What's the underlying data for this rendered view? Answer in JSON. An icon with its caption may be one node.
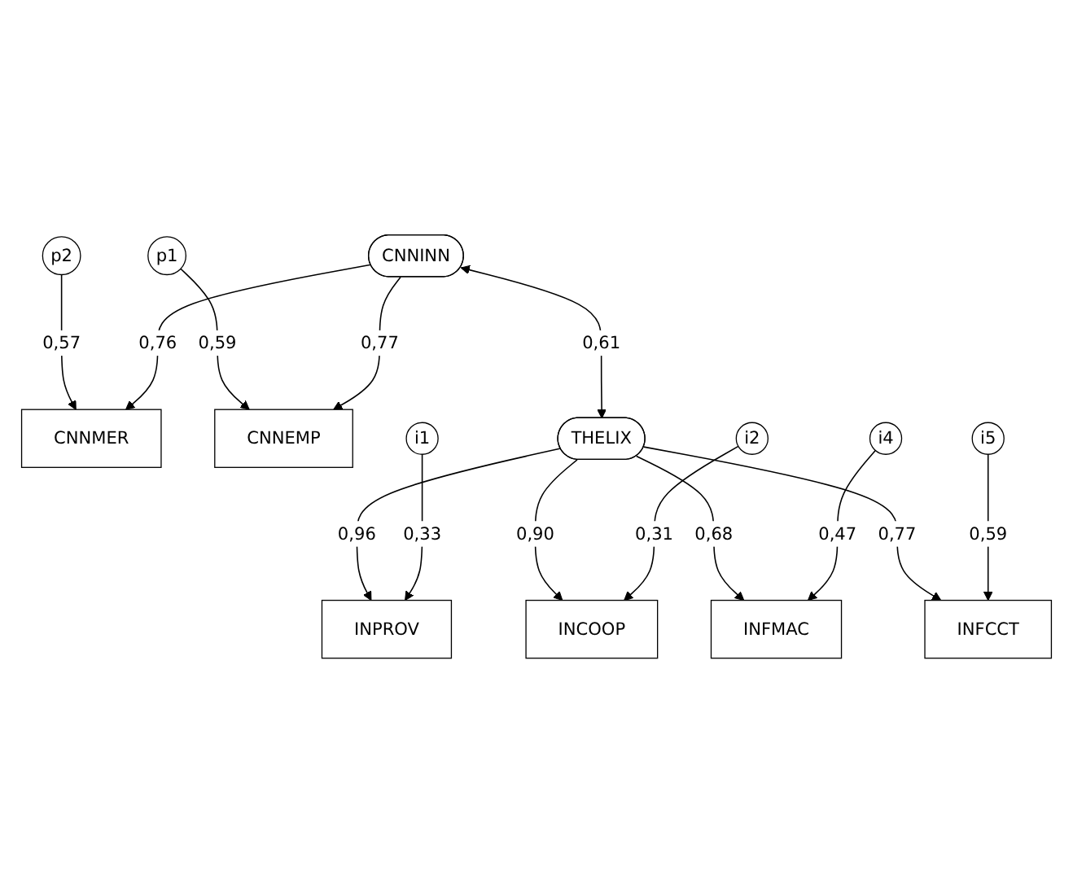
{
  "diagram": {
    "nodes": [
      {
        "text": [
          "p2"
        ]
      },
      {
        "text": [
          "p1"
        ]
      },
      {
        "text": [
          "CNNMER"
        ]
      },
      {
        "text": [
          "CNNEMP"
        ]
      },
      {
        "text": [
          "CNNINN"
        ]
      },
      {
        "text": [
          "THELIX"
        ]
      },
      {
        "text": [
          "INPROV"
        ]
      },
      {
        "text": [
          "INCOOP"
        ]
      },
      {
        "text": [
          "INFMAC"
        ]
      },
      {
        "text": [
          "INFCCT"
        ]
      },
      {
        "text": [
          "i1"
        ]
      },
      {
        "text": [
          "i2"
        ]
      },
      {
        "text": [
          "i4"
        ]
      },
      {
        "text": [
          "i5"
        ]
      }
    ],
    "edges": [
      {
        "from": 0,
        "to": 2,
        "arrow": "to",
        "label": "0,57"
      },
      {
        "from": 1,
        "to": 3,
        "arrow": "to",
        "label": "0,59"
      },
      {
        "from": 4,
        "to": 2,
        "arrow": "to",
        "label": "0,76"
      },
      {
        "from": 4,
        "to": 3,
        "arrow": "to",
        "label": "0,77"
      },
      {
        "from": 4,
        "to": 5,
        "arrow": "both",
        "label": "0,61"
      },
      {
        "from": 5,
        "to": 6,
        "arrow": "to",
        "label": "0,96"
      },
      {
        "from": 5,
        "to": 7,
        "arrow": "to",
        "label": "0,90"
      },
      {
        "from": 5,
        "to": 8,
        "arrow": "to",
        "label": "0,68"
      },
      {
        "from": 5,
        "to": 9,
        "arrow": "to",
        "label": "0,77"
      },
      {
        "from": 10,
        "to": 6,
        "arrow": "to",
        "label": "0,33"
      },
      {
        "from": 11,
        "to": 7,
        "arrow": "to",
        "label": "0,31"
      },
      {
        "from": 12,
        "to": 8,
        "arrow": "to",
        "label": "0,47"
      },
      {
        "from": 13,
        "to": 9,
        "arrow": "to",
        "label": "0,59"
      }
    ]
  }
}
